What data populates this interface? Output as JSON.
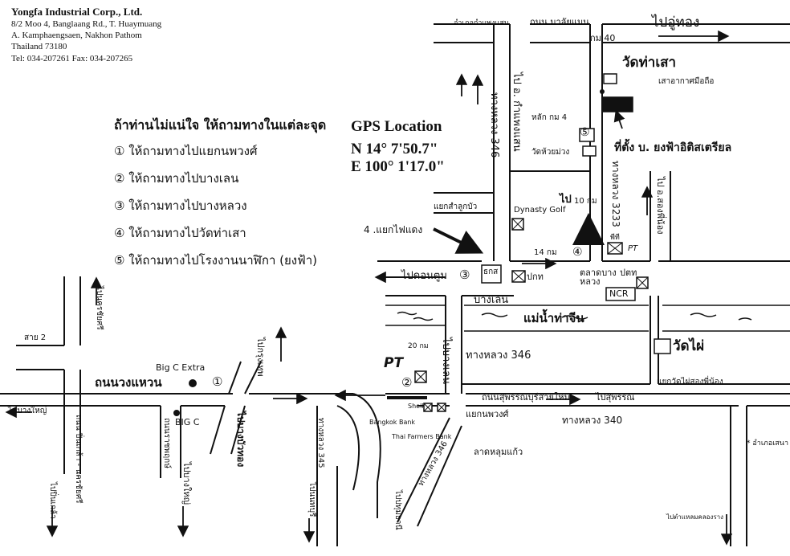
{
  "company": {
    "name": "Yongfa Industrial Corp., Ltd.",
    "address": [
      "8/2 Moo 4, Banglaang Rd., T. Huaymuang",
      "A. Kamphaengsaen, Nakhon Pathom",
      "Thailand 73180"
    ],
    "contact": "Tel: 034-207261     Fax: 034-207265"
  },
  "directions": {
    "heading": "ถ้าท่านไม่แน่ใจ ให้ถามทางในแต่ละจุด",
    "steps": [
      "① ให้ถามทางไปแยกนพวงศ์",
      "② ให้ถามทางไปบางเลน",
      "③ ให้ถามทางไปบางหลวง",
      "④ ให้ถามทางไปวัดท่าเสา",
      "⑤ ให้ถามทางไปโรงงานนาฬิกา (ยงฟ้า)"
    ]
  },
  "gps": {
    "title": "GPS Location",
    "north": "N  14° 7'50.7\"",
    "east": "E 100°  1'17.0\""
  },
  "labels": {
    "to_u_thong": "ไปอู่ทอง",
    "ampho_kamphaeng": "อำเภอกำแพงแสน",
    "thanon_malaiman": "ถนน มาลัยแมน",
    "km40": "กม 40",
    "wat_tha_sao": "วัดท่าเสา",
    "weather_pole": "เสาอากาศมือถือ",
    "factory": "ที่ตั้ง บ. ยงฟ้าอิติสเตรียล",
    "to_kamphaengsaen": "ไป อ. กำแพงแสน",
    "highway_346": "ทางหลวง 346",
    "highway_3233": "ทางหลวง 3233",
    "km4_pillar": "หลัก กม 4",
    "wat_huai_muang": "วัดห้วยม่วง",
    "to_song_phi_nong": "ไป อ.สองพี่น้อง",
    "dynasty_golf": "Dynasty Golf",
    "to_10km": "ไป",
    "km10": "10 กม",
    "traffic_light": "4 .แยกไฟแดง",
    "sam_luk_bua": "แยกสำลูกบัว",
    "km14": "14 กม",
    "pump": "พีที",
    "pt": "PT",
    "to_don_tum": "ไปดอนตูม",
    "thai_shop": "ธกส",
    "pok_kor_1": "ปกท",
    "market_bang_luang": "ตลาดบางหลวง",
    "pok_kor_2": "ปตท",
    "ncr": "NCR",
    "bang_len": "บางเลน",
    "tha_chin_river": "แม่น้ำท่าจีน",
    "wat_phai": "วัดไผ่",
    "to_bang_len_vertical": "ไปบางเลน",
    "km20": "20 กม",
    "highway_346_bottom": "ทางหลวง 346",
    "junction_wat_phai": "แยกวัดไผ่สองพี่น้อง",
    "pt_left": "PT",
    "to_ratchaburi": "ไปนครชัยศรี",
    "sai2": "สาย 2",
    "big_c_extra": "Big C Extra",
    "nuan_waen_road": "ถนนวงแหวน",
    "to_bangkok": "ไปกรุงเทพ",
    "to_bang_bua_thong": "ไปบางบัวทอง",
    "suphanburi_road": "ถนนสุพรรณบุรีสายใหม่",
    "to_suphanburi": "ไปสุพรรณ",
    "shell": "Shell",
    "bangkok_bank": "Bangkok Bank",
    "thai_farmers_bank": "Thai Farmers Bank",
    "noppawong_junction": "แยกนพวงศ์",
    "highway_340": "ทางหลวง 340",
    "to_bang_yai_left": "ไปบางใหญ่",
    "ratchaburi_road": "ถนน ปิ่นเกล้า - นครชัยศรี",
    "big_c": "BIG C",
    "ratchaphruek_road": "ถนนราชพฤกษ์",
    "to_bang_yai": "ไปบางใหญ่",
    "to_pinklao": "ไปปิ่นเกล้า",
    "to_bangbuathong_bottom": "ไปบางบัวทอง",
    "highway_345": "ทางหลวง 345",
    "to_nonthaburi": "ไปนนทบุรี",
    "highway_346_diag": "ทางหลวง 346",
    "lat_lum_kaeo": "ลาดหลุมแก้ว",
    "to_pathum": "ไปปทุมธานี",
    "amphoe_sena": "* อำเภอเสนา",
    "to_talad_makkasan": "ไปตำแหลมคลองราง"
  }
}
